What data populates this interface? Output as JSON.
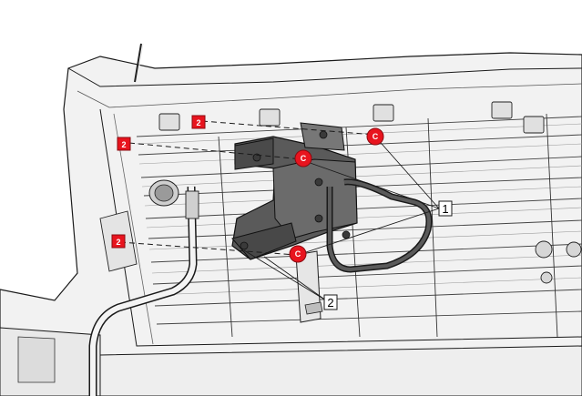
{
  "callouts": [
    {
      "label": "1"
    },
    {
      "label": "2"
    }
  ],
  "colors": {
    "fastener_highlight": "#e8141e",
    "part_dark": "#4d4d4d",
    "part_mid": "#8c8c8c",
    "grille_light": "#e6e6e6",
    "line": "#1a1a1a"
  },
  "fasteners": {
    "nut_marker_glyph": "C",
    "clip_marker_glyph": "2"
  }
}
